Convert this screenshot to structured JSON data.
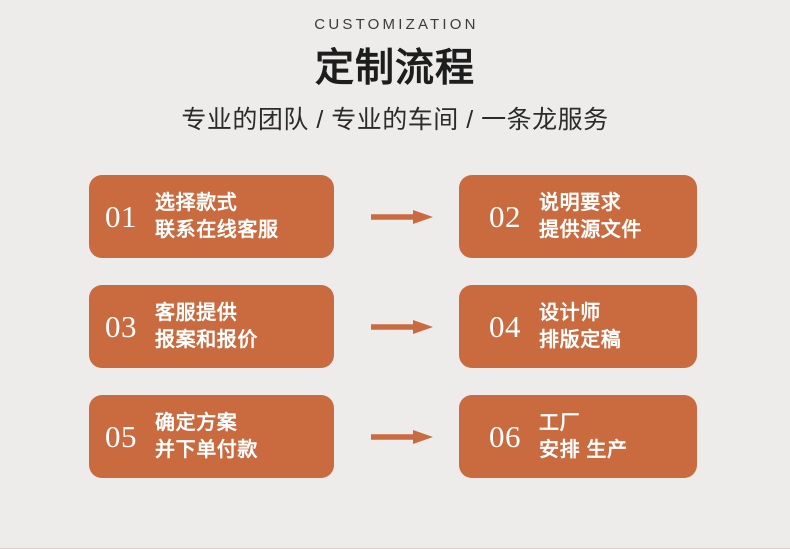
{
  "header": {
    "eyebrow": "CUSTOMIZATION",
    "title": "定制流程",
    "subtitle": "专业的团队 / 专业的车间 / 一条龙服务"
  },
  "colors": {
    "background": "#edecea",
    "box": "#c96a3f",
    "arrow": "#c96a3f",
    "text_on_box": "#ffffff",
    "title": "#1d1d1d",
    "eyebrow": "#3b3b3b"
  },
  "icons": {
    "arrow": "arrow-right-icon"
  },
  "flow": {
    "rows": [
      {
        "left": {
          "number": "01",
          "line1": "选择款式",
          "line2": "联系在线客服"
        },
        "arrow": "arrow-right-icon",
        "right": {
          "number": "02",
          "line1": "说明要求",
          "line2": "提供源文件"
        }
      },
      {
        "left": {
          "number": "03",
          "line1": "客服提供",
          "line2": "报案和报价"
        },
        "arrow": "arrow-right-icon",
        "right": {
          "number": "04",
          "line1": "设计师",
          "line2": "排版定稿"
        }
      },
      {
        "left": {
          "number": "05",
          "line1": "确定方案",
          "line2": "并下单付款"
        },
        "arrow": "arrow-right-icon",
        "right": {
          "number": "06",
          "line1": "工厂",
          "line2": "安排 生产"
        }
      }
    ]
  }
}
